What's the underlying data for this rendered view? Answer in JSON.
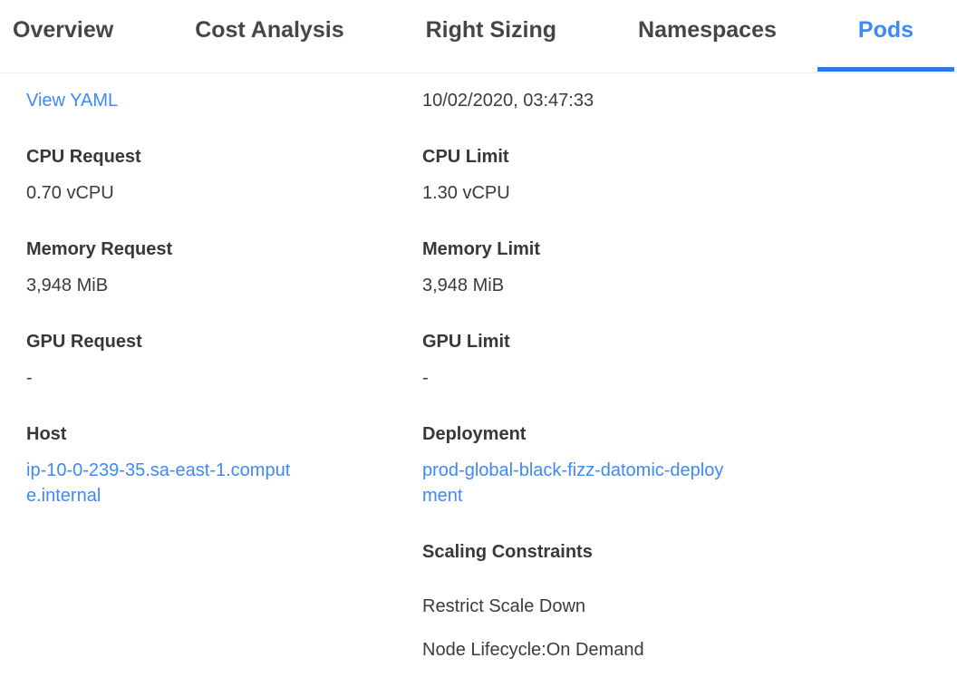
{
  "tabs": [
    {
      "label": "Overview",
      "active": false
    },
    {
      "label": "Cost Analysis",
      "active": false
    },
    {
      "label": "Right Sizing",
      "active": false
    },
    {
      "label": "Namespaces",
      "active": false
    },
    {
      "label": "Pods",
      "active": true
    }
  ],
  "pod_details": {
    "view_yaml": "View YAML",
    "created_timestamp": "10/02/2020, 03:47:33",
    "cpu_request": {
      "label": "CPU Request",
      "value": "0.70 vCPU"
    },
    "cpu_limit": {
      "label": "CPU Limit",
      "value": "1.30 vCPU"
    },
    "memory_request": {
      "label": "Memory Request",
      "value": "3,948 MiB"
    },
    "memory_limit": {
      "label": "Memory Limit",
      "value": "3,948 MiB"
    },
    "gpu_request": {
      "label": "GPU Request",
      "value": "-"
    },
    "gpu_limit": {
      "label": "GPU Limit",
      "value": "-"
    },
    "host": {
      "label": "Host",
      "value": "ip-10-0-239-35.sa-east-1.compute.internal"
    },
    "deployment": {
      "label": "Deployment",
      "value": "prod-global-black-fizz-datomic-deployment"
    },
    "scaling_constraints": {
      "label": "Scaling Constraints",
      "items": [
        "Restrict Scale Down",
        "Node Lifecycle:On Demand"
      ]
    }
  },
  "colors": {
    "accent_blue": "#3d8af7",
    "active_tab_underline": "#2e79f0",
    "text": "#3b3b3b",
    "label_text": "#383838",
    "inactive_tab_text": "#464646",
    "divider": "#ededed",
    "background": "#ffffff"
  }
}
